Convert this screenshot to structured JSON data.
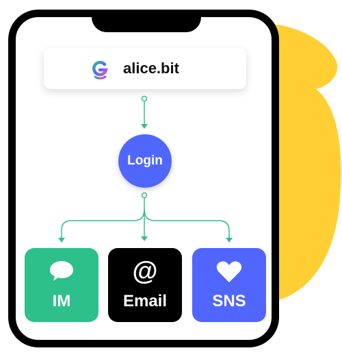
{
  "colors": {
    "accent_blue": "#5067FE",
    "green": "#2DC08A",
    "yellow": "#FFCF33",
    "black": "#000000"
  },
  "header": {
    "domain": "alice.bit",
    "logo_icon": "dotbit-logo-icon"
  },
  "login": {
    "label": "Login"
  },
  "methods": [
    {
      "label": "IM",
      "icon": "chat-bubble-icon"
    },
    {
      "label": "Email",
      "icon": "at-sign-icon",
      "glyph": "@"
    },
    {
      "label": "SNS",
      "icon": "heart-icon"
    }
  ]
}
